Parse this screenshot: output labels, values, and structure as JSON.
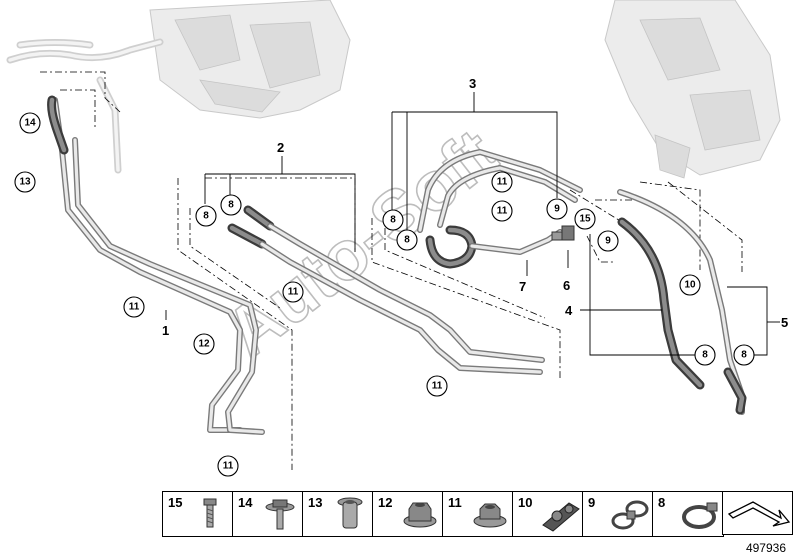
{
  "callouts": {
    "c14": "14",
    "c13": "13",
    "c8a": "8",
    "c8b": "8",
    "c8c": "8",
    "c8d": "8",
    "c8e": "8",
    "c8f": "8",
    "c11a": "11",
    "c11b": "11",
    "c11c": "11",
    "c11d": "11",
    "c11e": "11",
    "c11f": "11",
    "c12": "12",
    "c9a": "9",
    "c9b": "9",
    "c15": "15",
    "c10": "10"
  },
  "labels": {
    "l1": "1",
    "l2": "2",
    "l3": "3",
    "l4": "4",
    "l5": "5",
    "l6": "6",
    "l7": "7"
  },
  "watermark": "Auto-Soft",
  "parts": [
    {
      "num": "15",
      "icon": "bolt-icon"
    },
    {
      "num": "14",
      "icon": "flange-bolt-icon"
    },
    {
      "num": "13",
      "icon": "rivet-nut-icon"
    },
    {
      "num": "12",
      "icon": "collar-nut-icon"
    },
    {
      "num": "11",
      "icon": "hex-nut-icon"
    },
    {
      "num": "10",
      "icon": "pipe-clip-icon"
    },
    {
      "num": "9",
      "icon": "double-hose-clamp-icon"
    },
    {
      "num": "8",
      "icon": "hose-clamp-icon"
    }
  ],
  "reference_number": "497936"
}
